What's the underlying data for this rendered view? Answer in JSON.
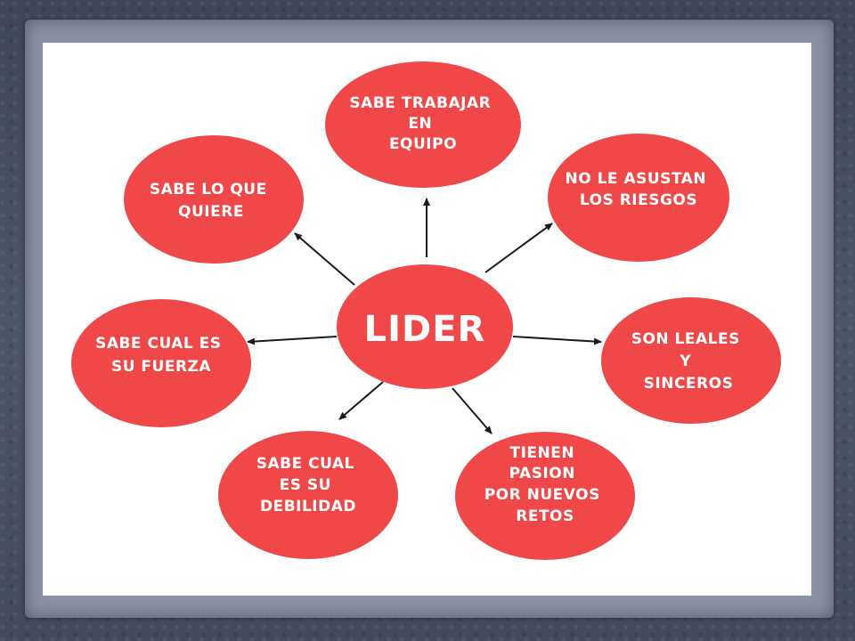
{
  "diagram": {
    "center": "LIDER",
    "nodes": [
      {
        "id": "top",
        "lines": [
          "SABE TRABAJAR",
          "EN",
          "EQUIPO"
        ]
      },
      {
        "id": "top-right",
        "lines": [
          "NO LE ASUSTAN",
          "LOS RIESGOS"
        ]
      },
      {
        "id": "right",
        "lines": [
          "SON LEALES",
          "Y",
          "SINCEROS"
        ]
      },
      {
        "id": "bottom-right",
        "lines": [
          "TIENEN",
          "PASION",
          "POR NUEVOS",
          "RETOS"
        ]
      },
      {
        "id": "bottom-left",
        "lines": [
          "SABE CUAL",
          "ES SU",
          "DEBILIDAD"
        ]
      },
      {
        "id": "left",
        "lines": [
          "SABE CUAL ES",
          "SU FUERZA"
        ]
      },
      {
        "id": "top-left",
        "lines": [
          "SABE LO QUE",
          "QUIERE"
        ]
      }
    ],
    "colors": {
      "node_fill": "#f04848",
      "node_text": "#ffffff",
      "arrow": "#1a1a1a"
    }
  }
}
